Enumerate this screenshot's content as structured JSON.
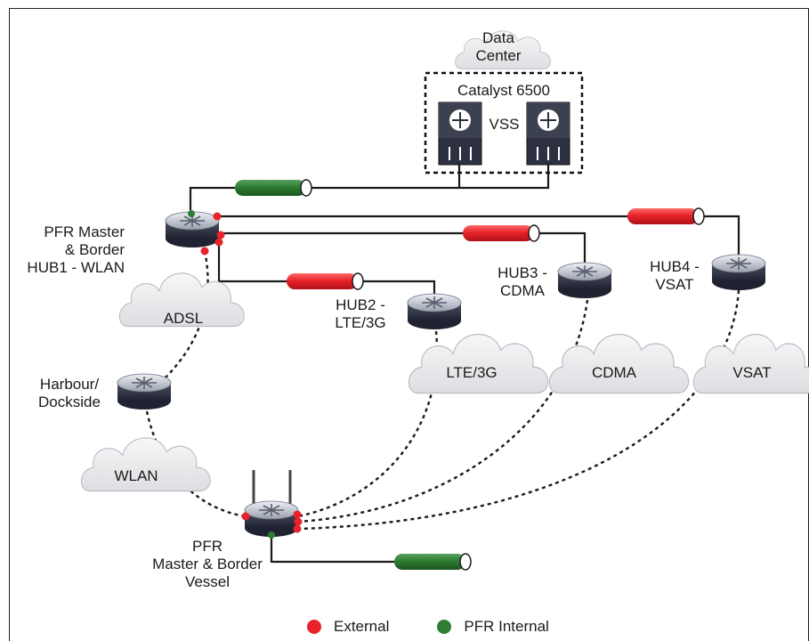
{
  "title_cloud": {
    "label": "Data\nCenter"
  },
  "catalyst": {
    "label": "Catalyst 6500",
    "vss_label": "VSS"
  },
  "nodes": {
    "hub1": {
      "label": "PFR Master\n& Border\nHUB1 - WLAN"
    },
    "hub2": {
      "label": "HUB2 -\nLTE/3G"
    },
    "hub3": {
      "label": "HUB3 -\nCDMA"
    },
    "hub4": {
      "label": "HUB4 -\nVSAT"
    },
    "harbour": {
      "label": "Harbour/\nDockside"
    },
    "vessel": {
      "label": "PFR\nMaster & Border\nVessel"
    }
  },
  "clouds": {
    "adsl": "ADSL",
    "lte": "LTE/3G",
    "cdma": "CDMA",
    "vsat": "VSAT",
    "wlan": "WLAN"
  },
  "legend": {
    "external": {
      "label": "External",
      "color": "#e8232a"
    },
    "internal": {
      "label": "PFR Internal",
      "color": "#2e7d32"
    }
  },
  "colors": {
    "tunnel_red": "#e8232a",
    "tunnel_green": "#2e7d32",
    "router_body": "#3a3d4d",
    "cloud_fill": "#e9eaec"
  }
}
